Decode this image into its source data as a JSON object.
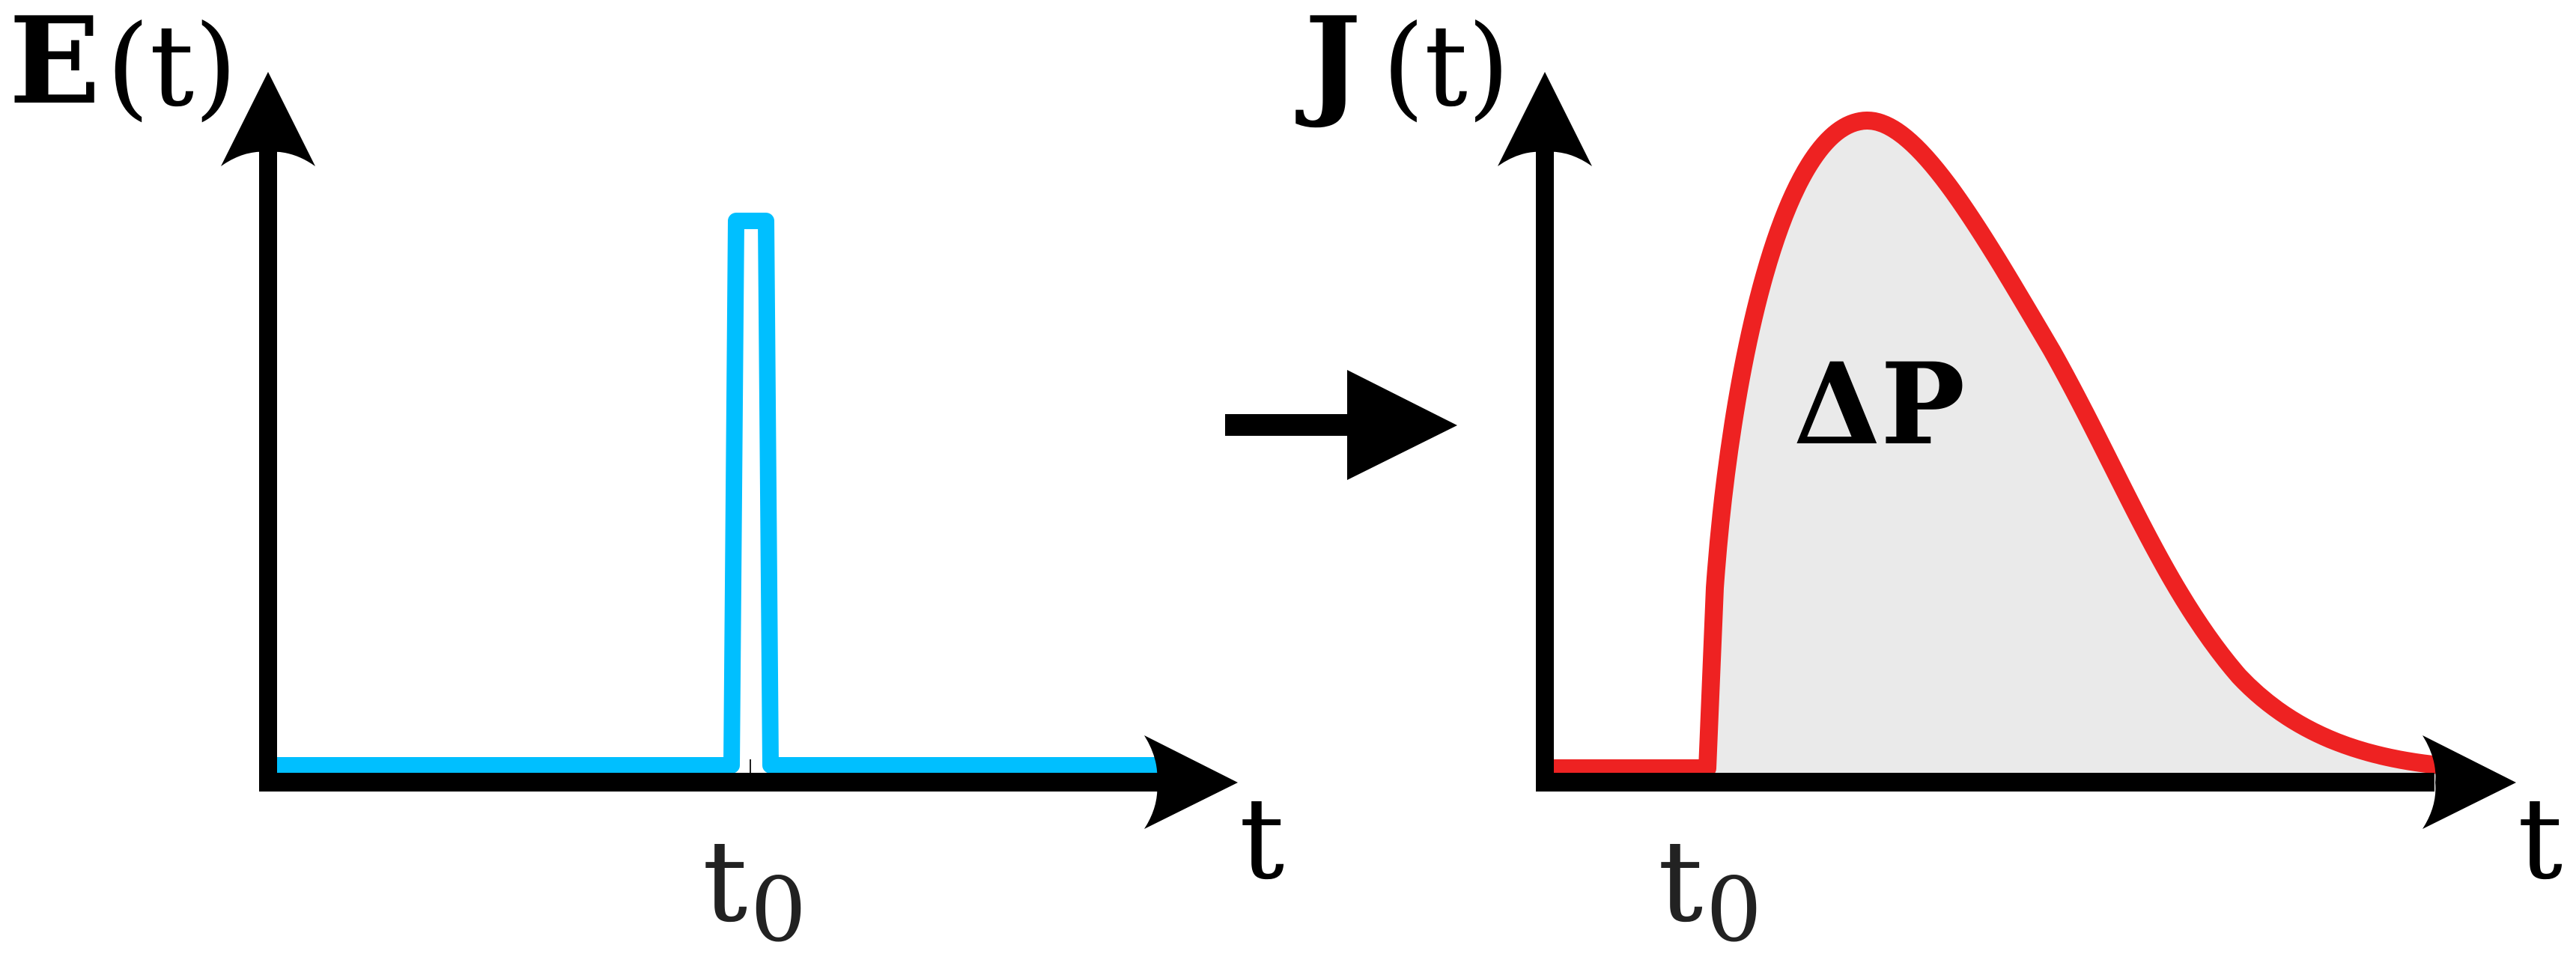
{
  "figure": {
    "left_panel": {
      "y_label_symbol": "E",
      "y_label_arg": "(t)",
      "x_label": "t",
      "marker_label_main": "t",
      "marker_label_sub": "0",
      "signal_color": "#00BFFF",
      "signal_description": "narrow rectangular pulse at t0"
    },
    "transition_arrow": {
      "meaning": "leads to"
    },
    "right_panel": {
      "y_label_symbol": "J",
      "y_label_arg": "(t)",
      "x_label": "t",
      "marker_label_main": "t",
      "marker_label_sub": "0",
      "area_label": "ΔP",
      "signal_color": "#EE2222",
      "fill_color": "#EAEAEA",
      "signal_description": "current rising sharply at t0, peaking, then decaying"
    },
    "axis_color": "#000000"
  }
}
